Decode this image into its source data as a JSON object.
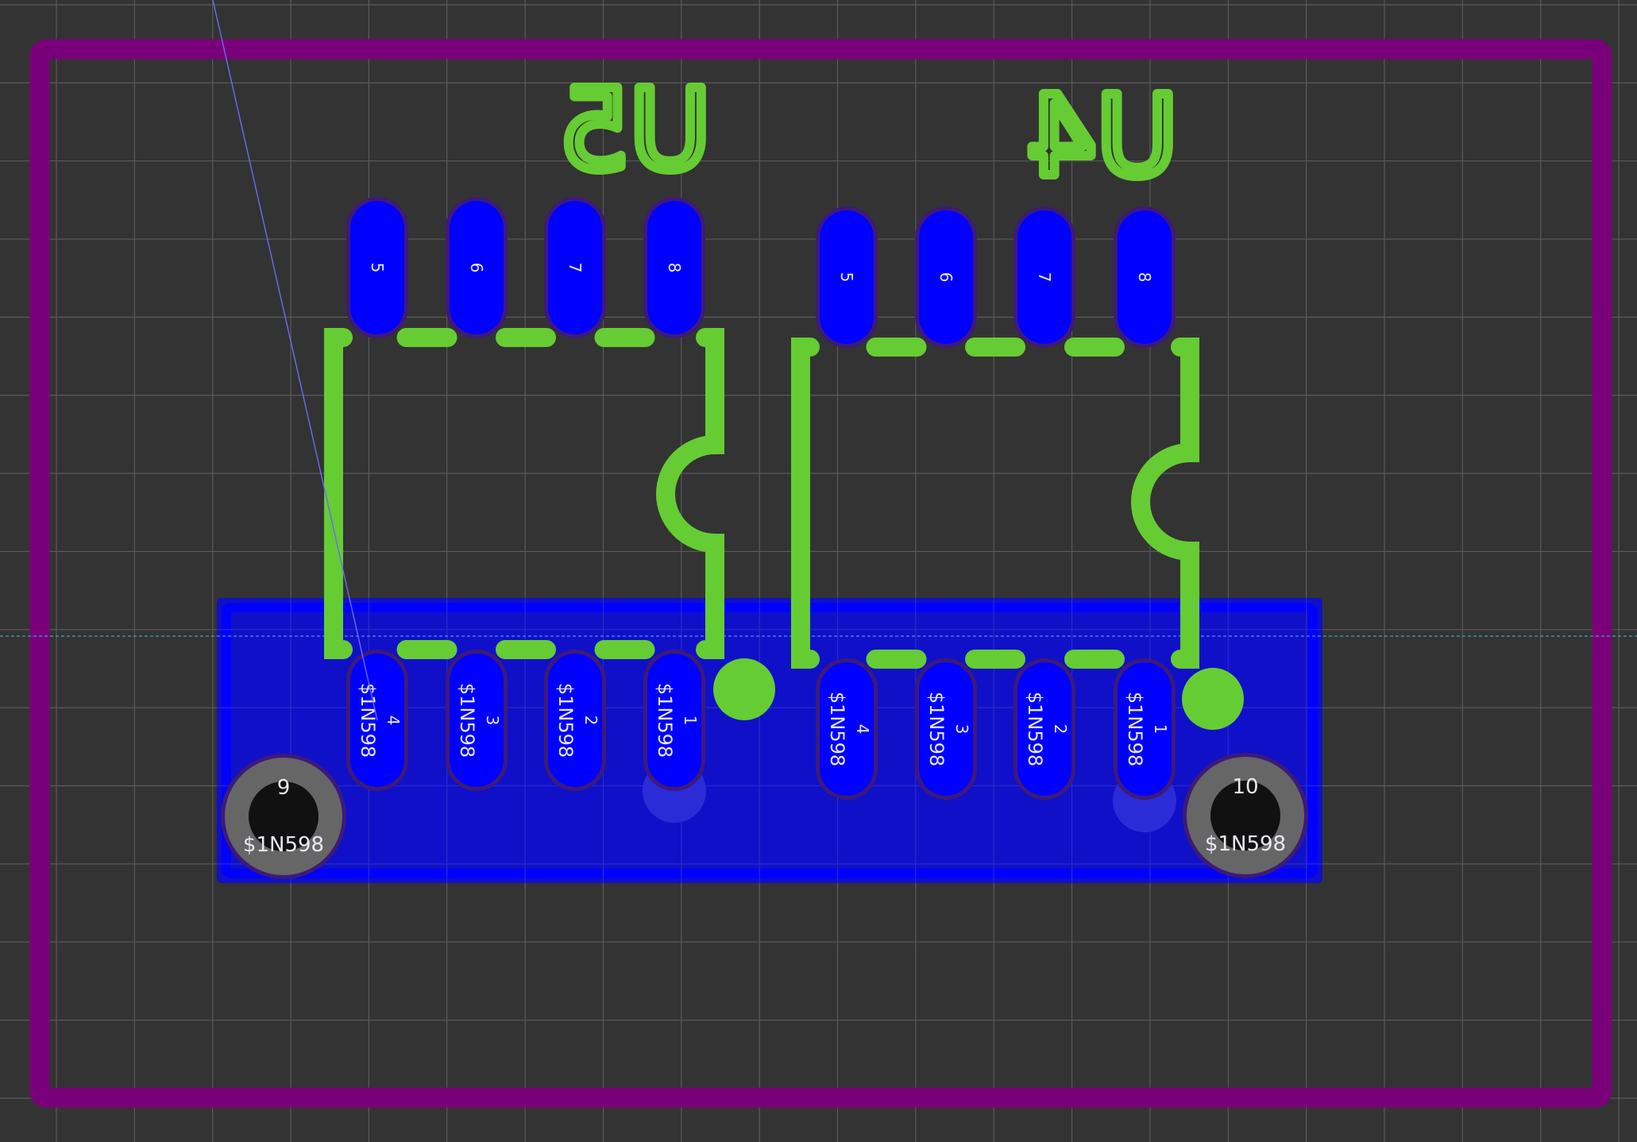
{
  "app": {
    "view": "PCB layout editor (bottom side view, mirrored)"
  },
  "colors": {
    "background": "#333333",
    "grid": "#5a5a5a",
    "board_outline": "#7a007a",
    "copper_pour_fill": "#1010c8",
    "copper_pour_edge": "#0000ff",
    "pad_copper": "#0000ff",
    "pad_mask_outline": "#3d1a78",
    "silkscreen": "#66cc33",
    "ratsnest": "#6a6aff",
    "guide_line": "#3aa0d0",
    "hole_ring": "#666666",
    "hole_drill": "#111111",
    "ghost_marker": "#2b2bd8",
    "label_text": "#e8e8f0"
  },
  "components": [
    {
      "ref": "U5",
      "ref_label": "U5",
      "mirrored": true,
      "top_row_pads": [
        {
          "number": "5",
          "net": ""
        },
        {
          "number": "6",
          "net": ""
        },
        {
          "number": "7",
          "net": ""
        },
        {
          "number": "8",
          "net": ""
        }
      ],
      "bottom_row_pads": [
        {
          "number": "4",
          "net": "$1N598"
        },
        {
          "number": "3",
          "net": "$1N598"
        },
        {
          "number": "2",
          "net": "$1N598"
        },
        {
          "number": "1",
          "net": "$1N598"
        }
      ]
    },
    {
      "ref": "U4",
      "ref_label": "U4",
      "mirrored": true,
      "top_row_pads": [
        {
          "number": "5",
          "net": ""
        },
        {
          "number": "6",
          "net": ""
        },
        {
          "number": "7",
          "net": ""
        },
        {
          "number": "8",
          "net": ""
        }
      ],
      "bottom_row_pads": [
        {
          "number": "4",
          "net": "$1N598"
        },
        {
          "number": "3",
          "net": "$1N598"
        },
        {
          "number": "2",
          "net": "$1N598"
        },
        {
          "number": "1",
          "net": "$1N598"
        }
      ]
    }
  ],
  "mounting_holes": [
    {
      "number": "9",
      "net": "$1N598"
    },
    {
      "number": "10",
      "net": "$1N598"
    }
  ],
  "copper_pour": {
    "net": "$1N598"
  }
}
